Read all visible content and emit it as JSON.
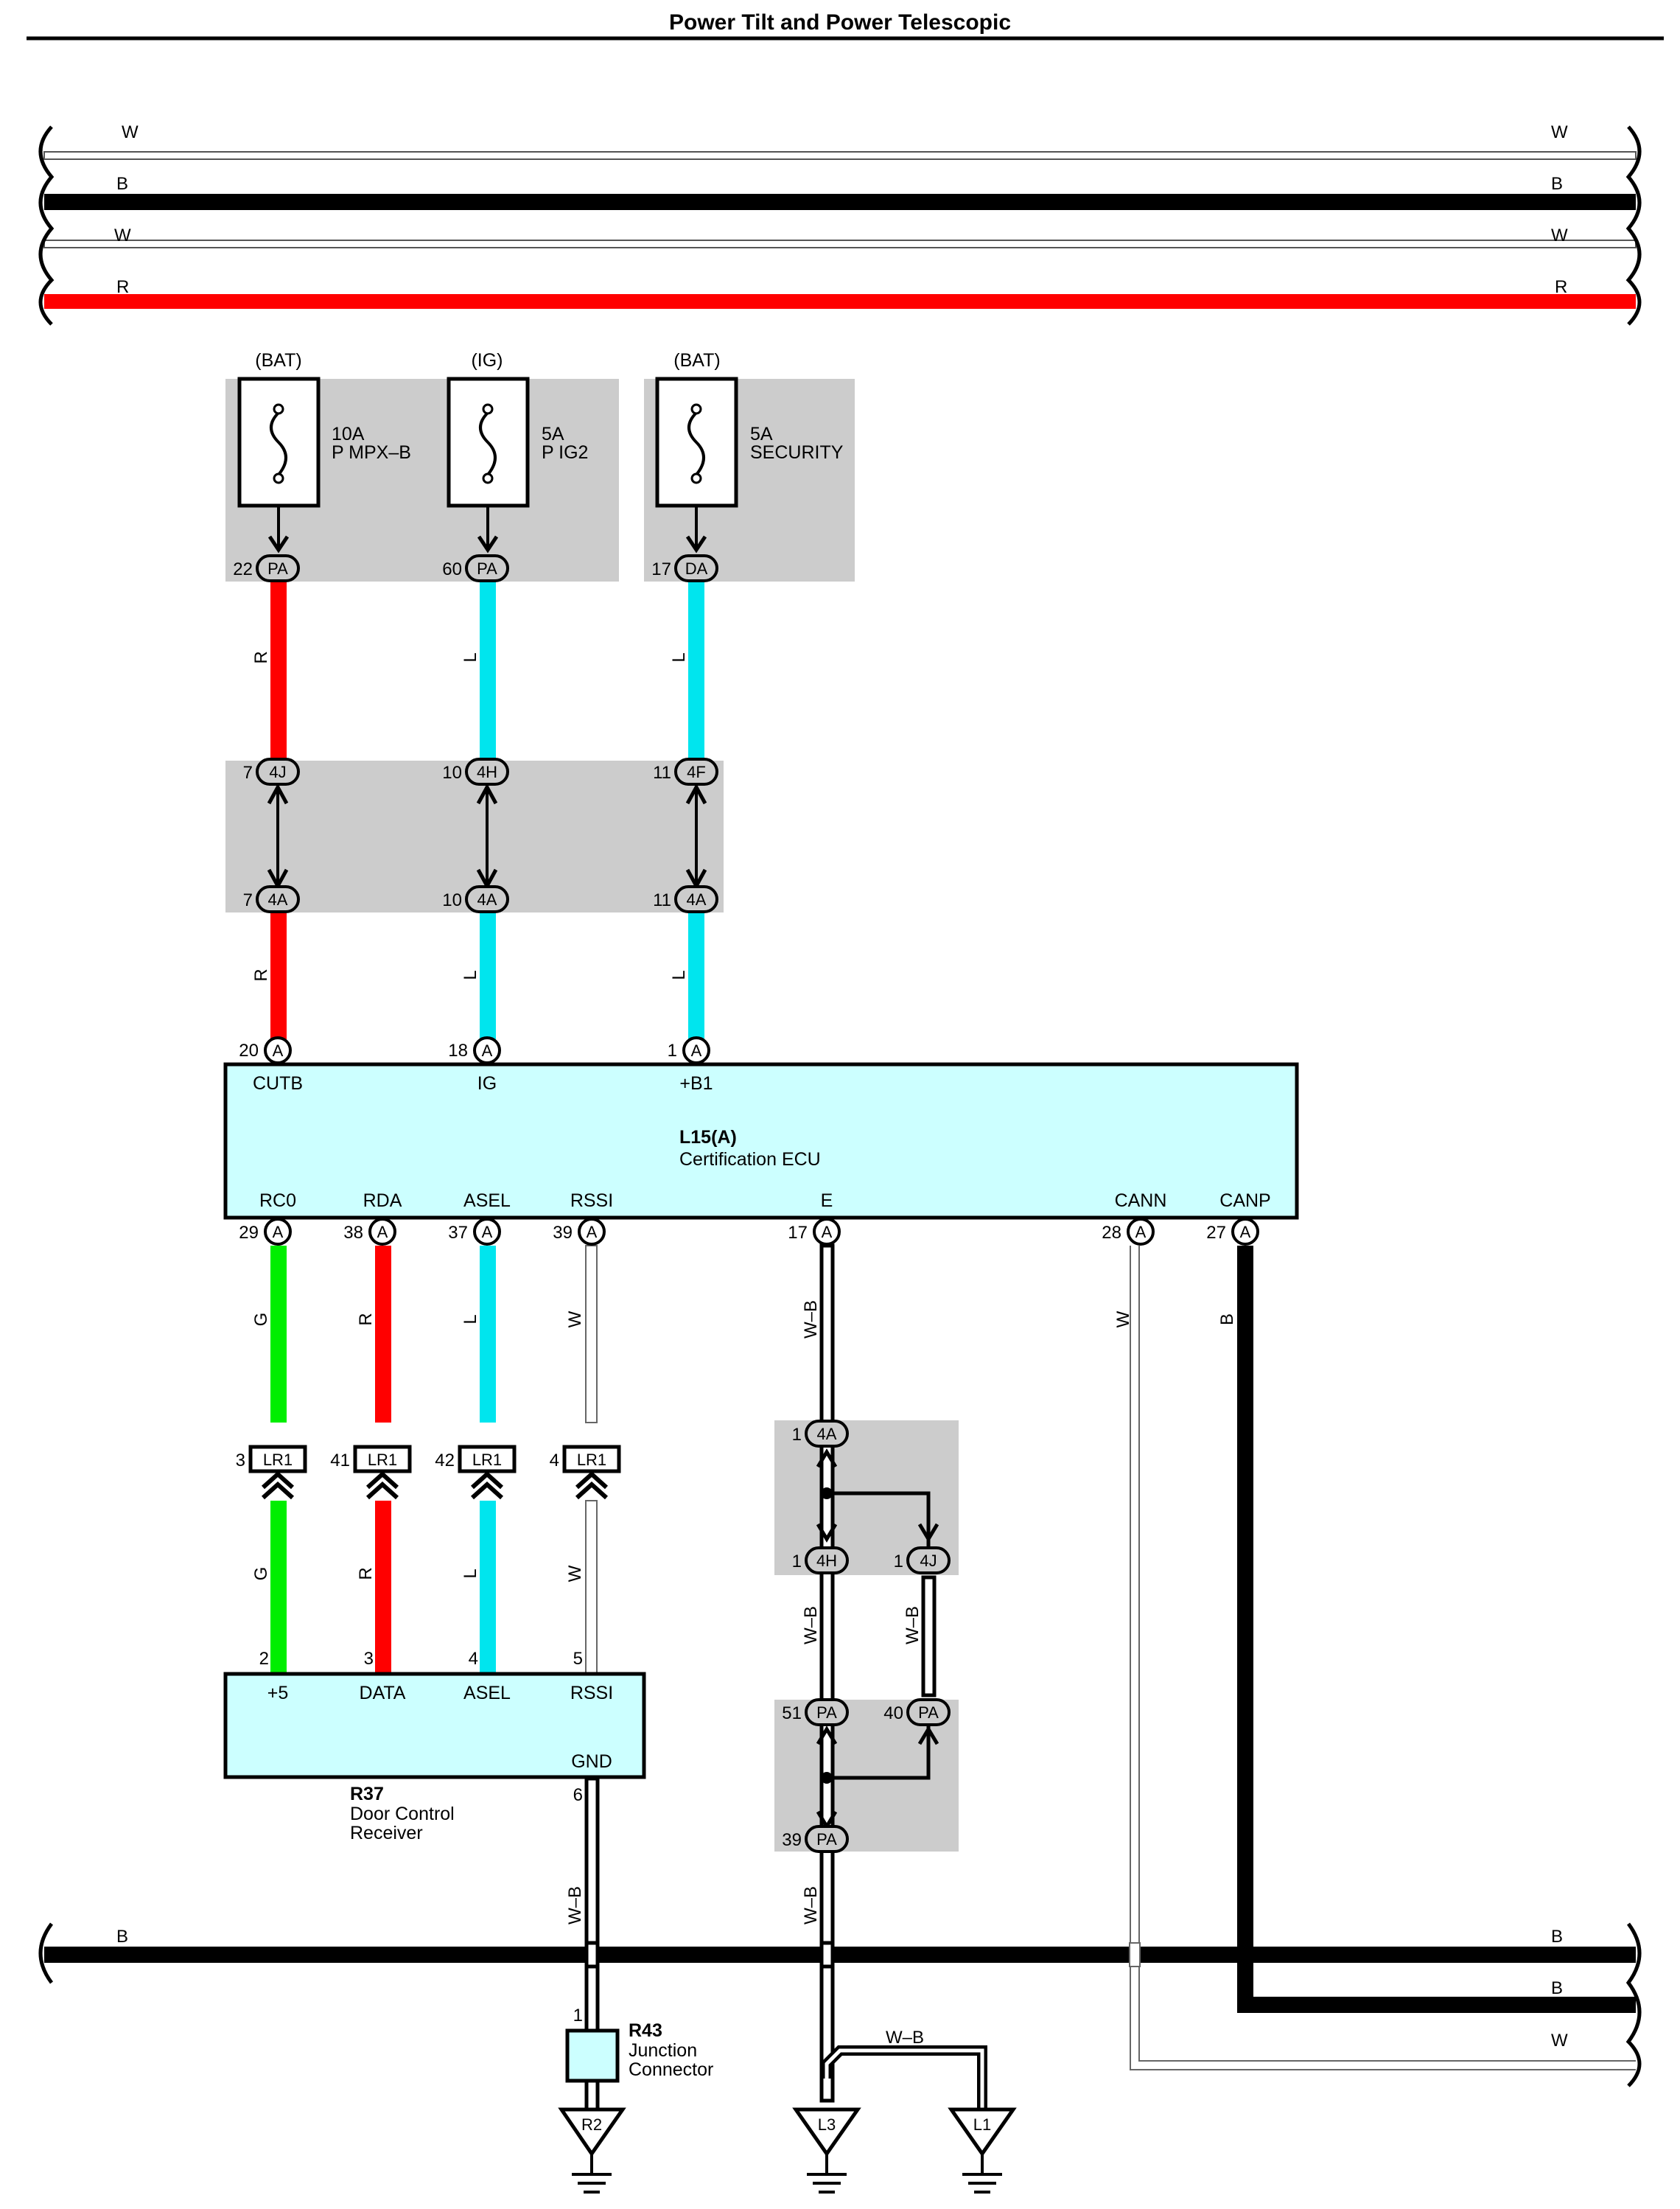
{
  "page_title": "Power Tilt and Power Telescopic",
  "top_bus": [
    "W",
    "B",
    "W",
    "R"
  ],
  "fuses": [
    {
      "source": "(BAT)",
      "rating": "10A",
      "name": "P MPX–B",
      "pin": "22",
      "connector": "PA"
    },
    {
      "source": "(IG)",
      "rating": "5A",
      "name": "P IG2",
      "pin": "60",
      "connector": "PA"
    },
    {
      "source": "(BAT)",
      "rating": "5A",
      "name": "SECURITY",
      "pin": "17",
      "connector": "DA"
    }
  ],
  "junction_upper": [
    {
      "pin": "7",
      "conn": "4J"
    },
    {
      "pin": "10",
      "conn": "4H"
    },
    {
      "pin": "11",
      "conn": "4F"
    }
  ],
  "junction_lower": [
    {
      "pin": "7",
      "conn": "4A"
    },
    {
      "pin": "10",
      "conn": "4A"
    },
    {
      "pin": "11",
      "conn": "4A"
    }
  ],
  "feed_wire_colors": [
    "R",
    "L",
    "L"
  ],
  "ecu": {
    "id": "L15(A)",
    "name": "Certification ECU",
    "top_pins": [
      {
        "pin": "20",
        "conn": "A",
        "label": "CUTB"
      },
      {
        "pin": "18",
        "conn": "A",
        "label": "IG"
      },
      {
        "pin": "1",
        "conn": "A",
        "label": "+B1"
      }
    ],
    "bottom_pins": [
      {
        "pin": "29",
        "conn": "A",
        "label": "RC0",
        "wire": "G"
      },
      {
        "pin": "38",
        "conn": "A",
        "label": "RDA",
        "wire": "R"
      },
      {
        "pin": "37",
        "conn": "A",
        "label": "ASEL",
        "wire": "L"
      },
      {
        "pin": "39",
        "conn": "A",
        "label": "RSSI",
        "wire": "W"
      },
      {
        "pin": "17",
        "conn": "A",
        "label": "E",
        "wire": "W–B"
      },
      {
        "pin": "28",
        "conn": "A",
        "label": "CANN",
        "wire": "W"
      },
      {
        "pin": "27",
        "conn": "A",
        "label": "CANP",
        "wire": "B"
      }
    ]
  },
  "lr1_connectors": [
    {
      "pin": "3",
      "conn": "LR1",
      "wire": "G"
    },
    {
      "pin": "41",
      "conn": "LR1",
      "wire": "R"
    },
    {
      "pin": "42",
      "conn": "LR1",
      "wire": "L"
    },
    {
      "pin": "4",
      "conn": "LR1",
      "wire": "W"
    }
  ],
  "receiver": {
    "id": "R37",
    "name_line1": "Door Control",
    "name_line2": "Receiver",
    "pins": [
      {
        "pin": "2",
        "label": "+5"
      },
      {
        "pin": "3",
        "label": "DATA"
      },
      {
        "pin": "4",
        "label": "ASEL"
      },
      {
        "pin": "5",
        "label": "RSSI"
      }
    ],
    "gnd_pin": "6",
    "gnd_label": "GND",
    "gnd_wire": "W–B"
  },
  "ground_junction": {
    "j4a": {
      "pin": "1",
      "conn": "4A"
    },
    "j4h": {
      "pin": "1",
      "conn": "4H"
    },
    "j4j": {
      "pin": "1",
      "conn": "4J"
    },
    "pa51": {
      "pin": "51",
      "conn": "PA"
    },
    "pa40": {
      "pin": "40",
      "conn": "PA"
    },
    "pa39": {
      "pin": "39",
      "conn": "PA"
    },
    "wire": "W–B"
  },
  "junction_connector": {
    "id": "R43",
    "name_line1": "Junction",
    "name_line2": "Connector",
    "pin": "1"
  },
  "grounds": [
    "R2",
    "L3",
    "L1"
  ],
  "bottom_bus": [
    "B",
    "B",
    "W"
  ],
  "colors": {
    "R": "#ff0000",
    "L": "#00e5ee",
    "G": "#00ee00",
    "B": "#000000",
    "component_fill": "#ccffff",
    "shade": "#cccccc"
  }
}
